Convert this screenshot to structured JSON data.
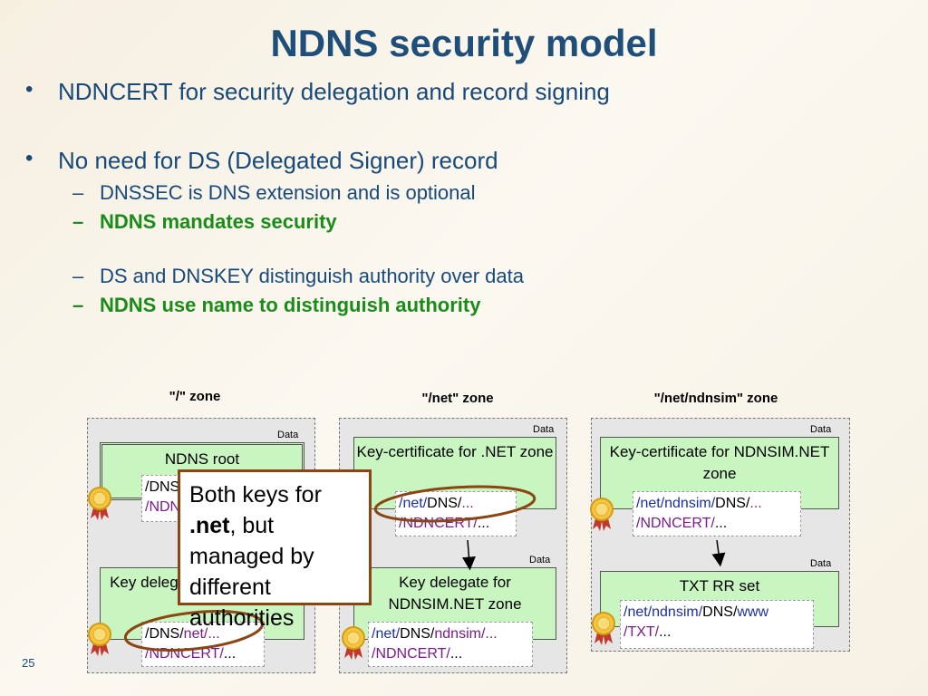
{
  "title": "NDNS security model",
  "bullets": [
    "NDNCERT for security delegation and record signing",
    "No need for DS (Delegated Signer) record"
  ],
  "subpoints": [
    "DNSSEC is DNS extension and is optional",
    "NDNS mandates security",
    "DS and DNSKEY distinguish authority over data",
    "NDNS use name to distinguish authority"
  ],
  "bullet_glyph": "•",
  "dash_glyph": "–",
  "zones": [
    {
      "label": "\"/\" zone",
      "records": [
        {
          "tag": "Data",
          "label": "NDNS root",
          "name_parts": [
            "/DNS/",
            "...",
            "/NDNCERT/",
            "..."
          ]
        },
        {
          "tag": "",
          "label": "Key delegate for NET zone",
          "name_parts": [
            "/DNS/",
            "net/",
            "...",
            "/NDNCERT/",
            "..."
          ]
        }
      ]
    },
    {
      "label": "\"/net\" zone",
      "records": [
        {
          "tag": "Data",
          "label": "Key-certificate for .NET zone",
          "name_parts": [
            "/net/",
            "DNS/",
            "...",
            "/NDNCERT/",
            "..."
          ]
        },
        {
          "tag": "Data",
          "label": "Key delegate for NDNSIM.NET zone",
          "name_parts": [
            "/net/",
            "DNS/",
            "ndnsim/",
            "...",
            "/NDNCERT/",
            "..."
          ]
        }
      ]
    },
    {
      "label": "\"/net/ndnsim\" zone",
      "records": [
        {
          "tag": "Data",
          "label": "Key-certificate for NDNSIM.NET zone",
          "name_parts": [
            "/net/ndnsim/",
            "DNS/",
            "...",
            "/NDNCERT/",
            "..."
          ]
        },
        {
          "tag": "Data",
          "label": "TXT RR set",
          "name_parts": [
            "/net/ndnsim/",
            "DNS/",
            "www",
            "/TXT/",
            "..."
          ]
        }
      ]
    }
  ],
  "callout": {
    "line1": "Both keys for",
    "bold": ".net",
    "line2_rest": ", but",
    "line3": "managed by",
    "line4": "different",
    "line5": "authorities"
  },
  "page_number": "25",
  "colors": {
    "title": "#1f4e79",
    "text": "#17497a",
    "emphasis": "#1a8c1a",
    "record_fill": "#c8f5c0",
    "name_prefix": "#1a2fa8",
    "name_component": "#7b1a8c",
    "highlight_ring": "#8b4513"
  },
  "icons": [
    "certificate-seal-icon",
    "arrow-down-icon",
    "highlight-ellipse"
  ]
}
